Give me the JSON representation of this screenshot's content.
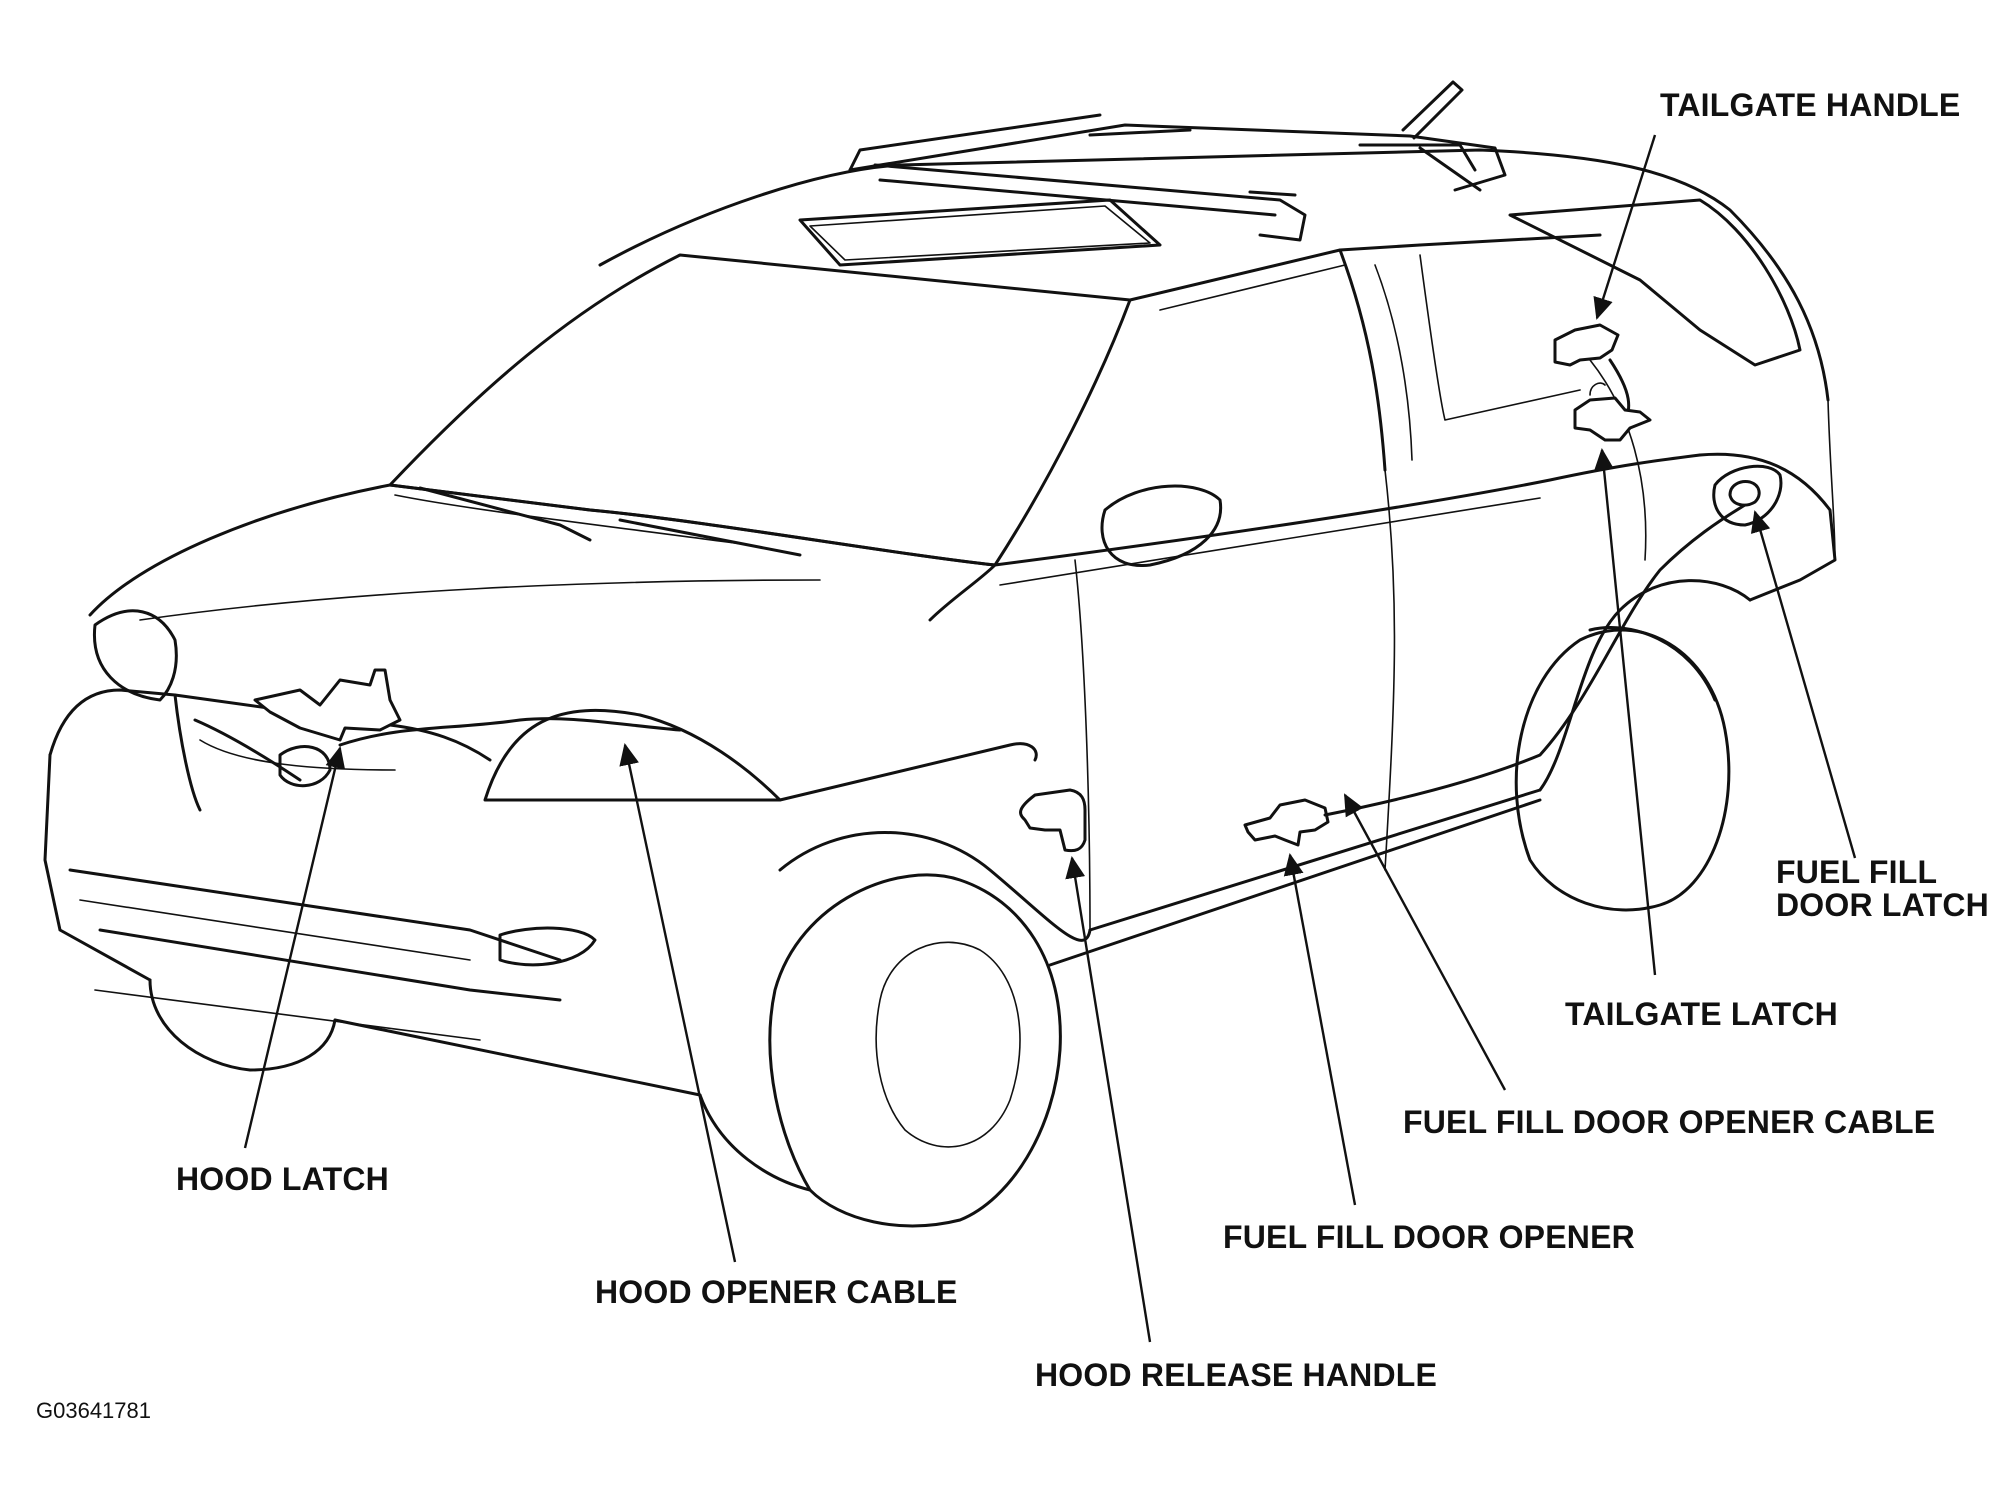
{
  "labels": {
    "tailgate_handle": "TAILGATE HANDLE",
    "fuel_fill_door_latch_line1": "FUEL FILL",
    "fuel_fill_door_latch_line2": "DOOR LATCH",
    "tailgate_latch": "TAILGATE LATCH",
    "fuel_fill_door_opener_cable": "FUEL FILL DOOR OPENER CABLE",
    "fuel_fill_door_opener": "FUEL FILL DOOR OPENER",
    "hood_latch": "HOOD LATCH",
    "hood_opener_cable": "HOOD OPENER CABLE",
    "hood_release_handle": "HOOD RELEASE HANDLE"
  },
  "figure_id": "G03641781"
}
